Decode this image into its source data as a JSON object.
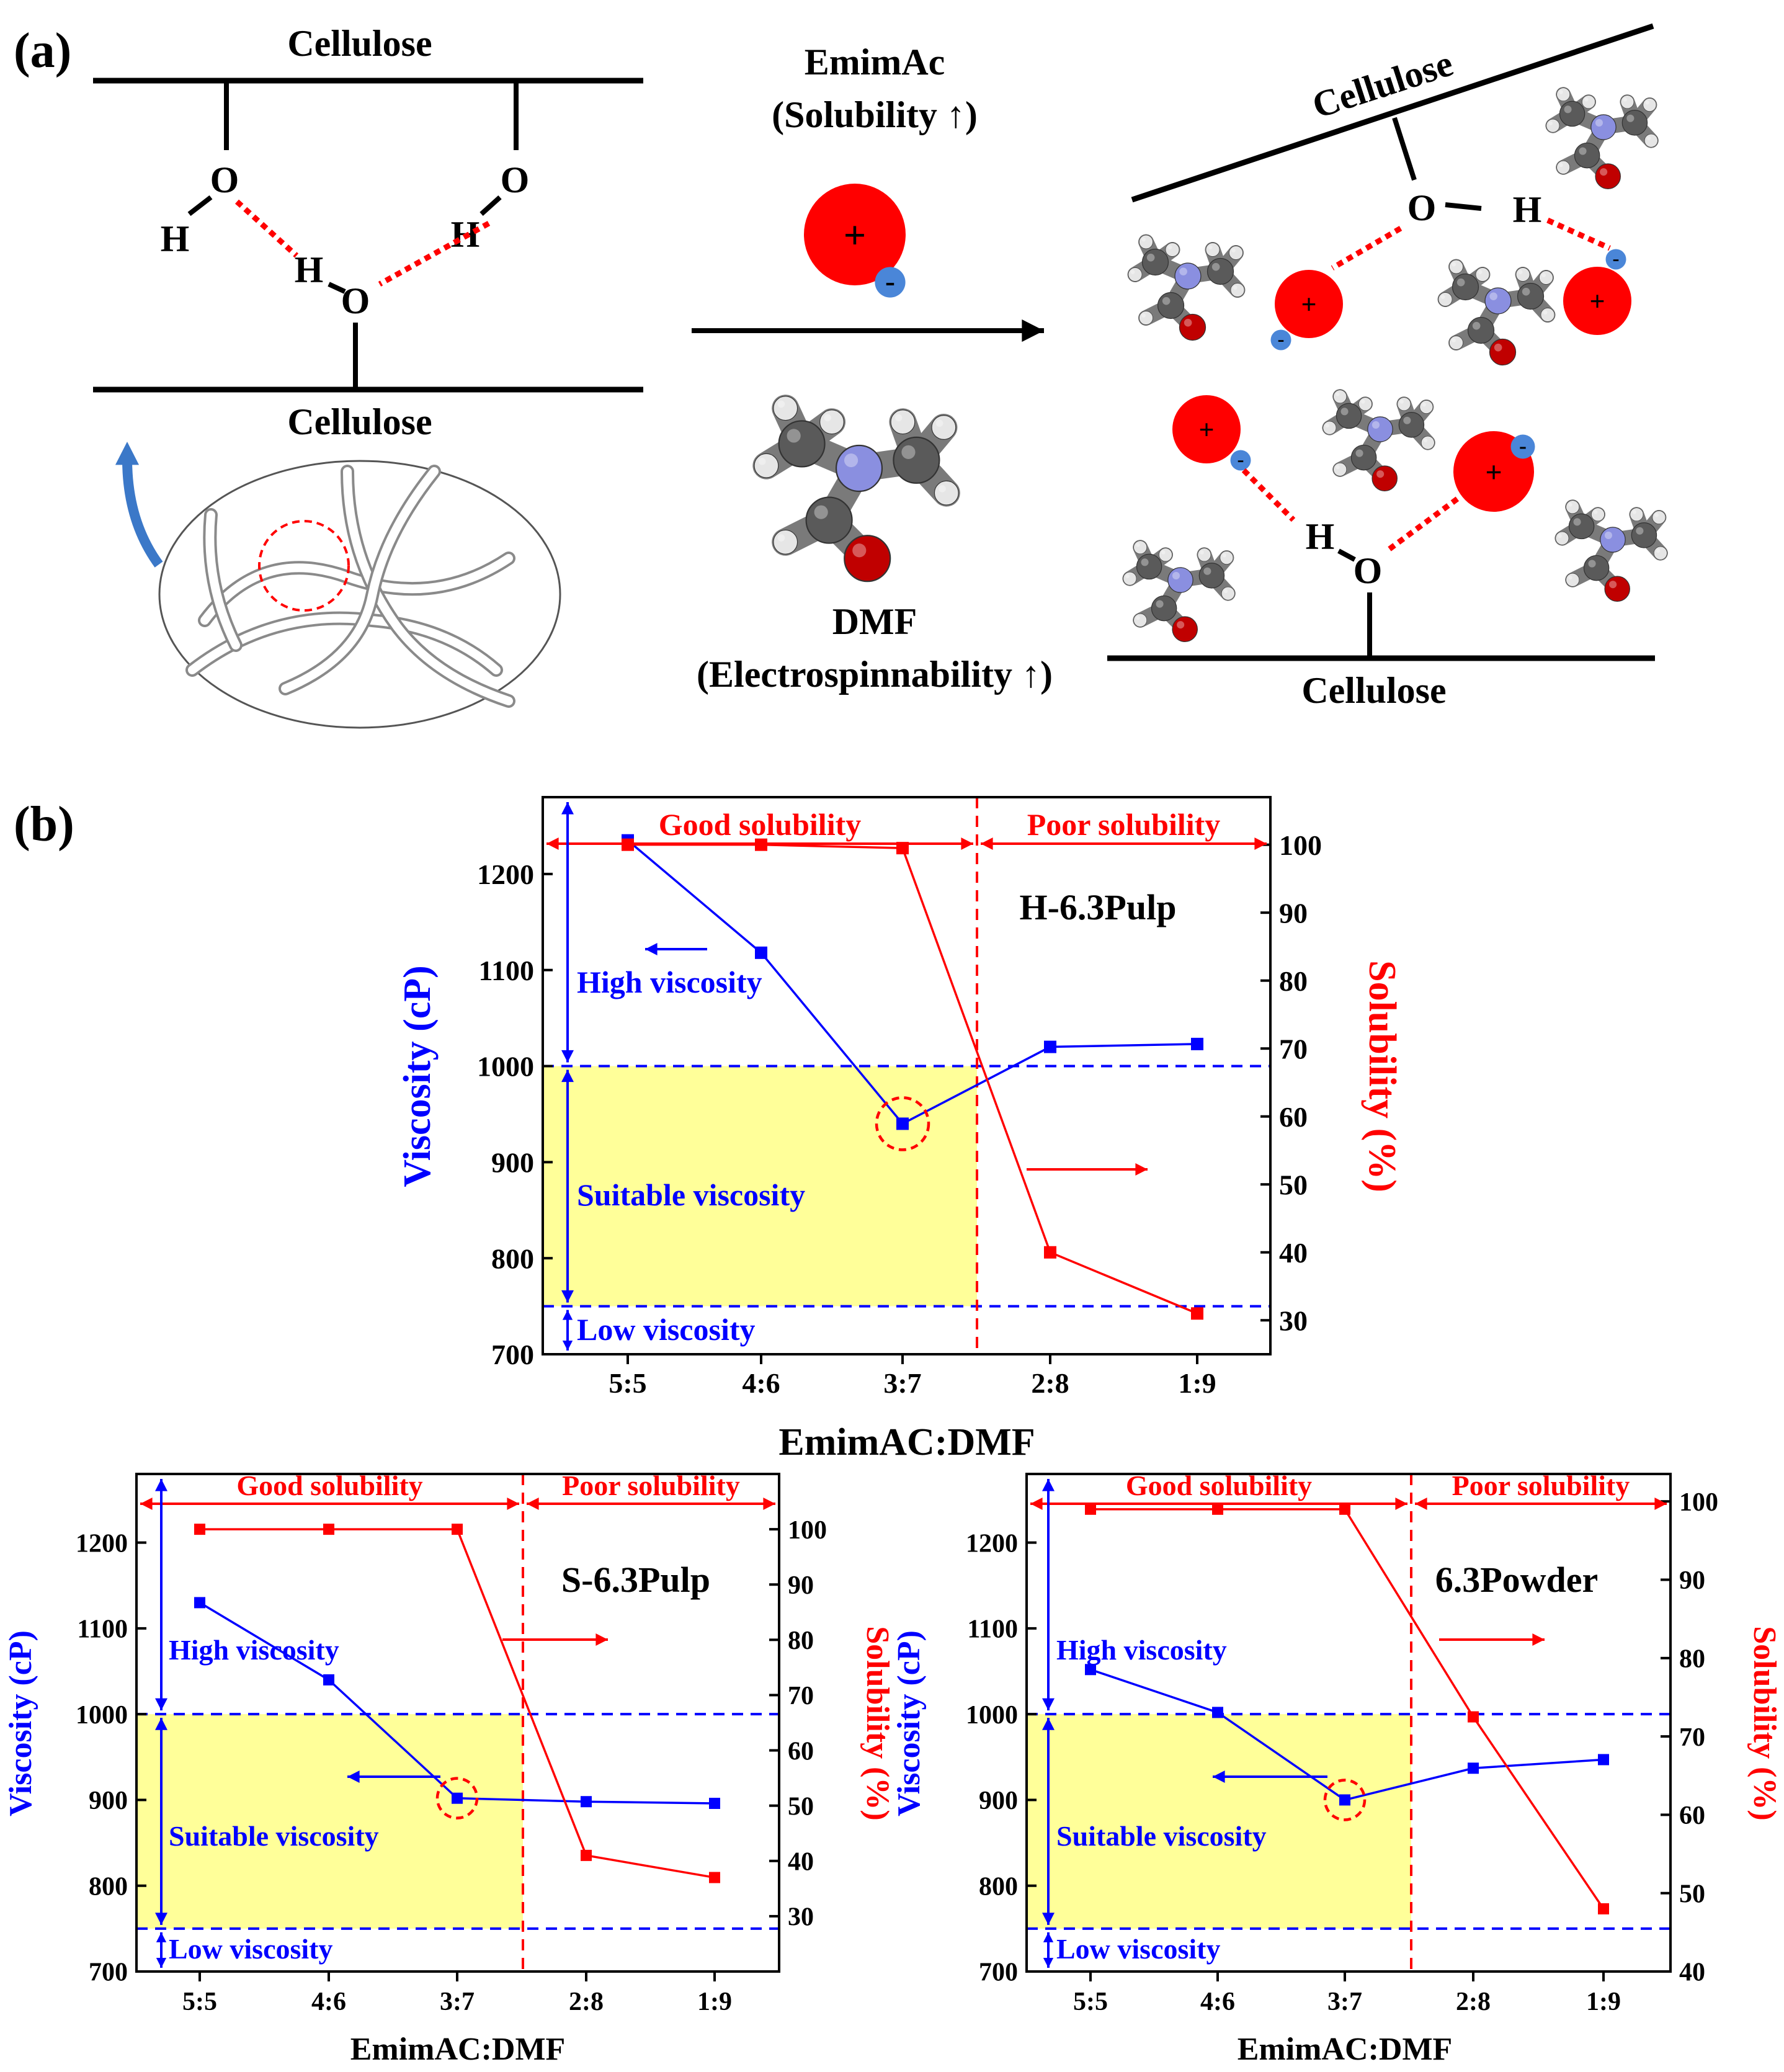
{
  "panel_a": {
    "label": "(a)",
    "cellulose": "Cellulose",
    "emimac_line1": "EmimAc",
    "emimac_line2": "(Solubility ↑)",
    "dmf_line1": "DMF",
    "dmf_line2": "(Electrospinnability ↑)",
    "atom_o": "O",
    "atom_h": "H",
    "plus": "+",
    "minus": "-",
    "colors": {
      "cation": "#ff0000",
      "anion": "#4a86d8",
      "carbon": "#5a5a5a",
      "nitrogen": "#8a8fe0",
      "oxygen": "#c00000",
      "hydrogen": "#e6e6e6",
      "hbond": "#ff0000",
      "arrow": "#3b78c8"
    }
  },
  "panel_b": {
    "label": "(b)",
    "good_solubility": "Good solubility",
    "poor_solubility": "Poor solubility",
    "high_viscosity": "High viscosity",
    "suitable_viscosity": "Suitable viscosity",
    "low_viscosity": "Low viscosity",
    "colors": {
      "viscosity": "#0000ff",
      "solubility": "#ff0000",
      "band": "#ffff99"
    }
  },
  "chart_data": [
    {
      "type": "line",
      "title": "H-6.3Pulp",
      "xlabel": "EmimAC:DMF",
      "ylabel": "Viscosity (cP)",
      "y2label": "Solubility (%)",
      "categories": [
        "5:5",
        "4:6",
        "3:7",
        "2:8",
        "1:9"
      ],
      "ylim": [
        700,
        1280
      ],
      "y2lim": [
        25,
        107
      ],
      "yticks": [
        700,
        800,
        900,
        1000,
        1100,
        1200
      ],
      "y2ticks": [
        30,
        40,
        50,
        60,
        70,
        80,
        90,
        100
      ],
      "series": [
        {
          "axis": "left",
          "values": [
            1235,
            1118,
            940,
            1020,
            1023
          ]
        },
        {
          "axis": "right",
          "values": [
            100,
            100,
            99.5,
            40,
            31
          ]
        }
      ],
      "thresholds": [
        1000,
        750
      ],
      "highlight_index": 2
    },
    {
      "type": "line",
      "title": "S-6.3Pulp",
      "xlabel": "EmimAC:DMF",
      "ylabel": "Viscosity (cP)",
      "y2label": "Solubility (%)",
      "categories": [
        "5:5",
        "4:6",
        "3:7",
        "2:8",
        "1:9"
      ],
      "ylim": [
        700,
        1280
      ],
      "y2lim": [
        20,
        110
      ],
      "yticks": [
        700,
        800,
        900,
        1000,
        1100,
        1200
      ],
      "y2ticks": [
        30,
        40,
        50,
        60,
        70,
        80,
        90,
        100
      ],
      "series": [
        {
          "axis": "left",
          "values": [
            1130,
            1040,
            902,
            898,
            896
          ]
        },
        {
          "axis": "right",
          "values": [
            100,
            100,
            100,
            41,
            37
          ]
        }
      ],
      "thresholds": [
        1000,
        750
      ],
      "highlight_index": 2
    },
    {
      "type": "line",
      "title": "6.3Powder",
      "xlabel": "EmimAC:DMF",
      "ylabel": "Viscosity (cP)",
      "y2label": "Solubility (%)",
      "categories": [
        "5:5",
        "4:6",
        "3:7",
        "2:8",
        "1:9"
      ],
      "ylim": [
        700,
        1280
      ],
      "y2lim": [
        40,
        103.5
      ],
      "yticks": [
        700,
        800,
        900,
        1000,
        1100,
        1200
      ],
      "y2ticks": [
        40,
        50,
        60,
        70,
        80,
        90,
        100
      ],
      "series": [
        {
          "axis": "left",
          "values": [
            1052,
            1002,
            900,
            937,
            947
          ]
        },
        {
          "axis": "right",
          "values": [
            99,
            99,
            99,
            72.5,
            48
          ]
        }
      ],
      "thresholds": [
        1000,
        750
      ],
      "highlight_index": 2
    }
  ]
}
